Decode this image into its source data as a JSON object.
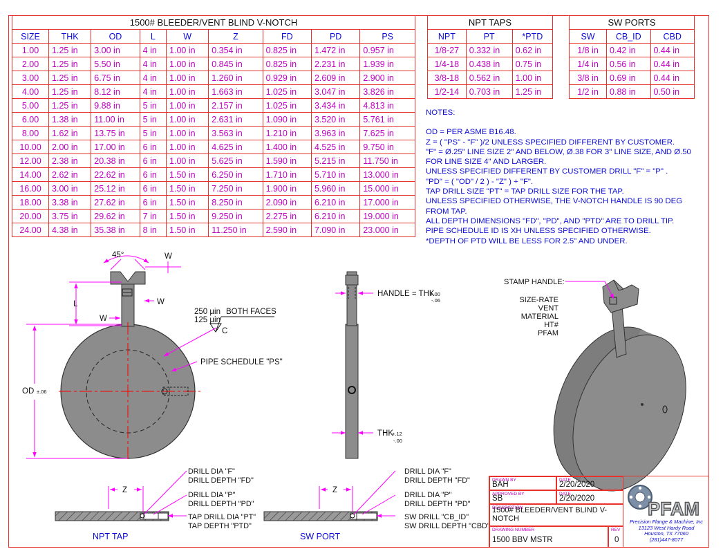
{
  "main_table": {
    "title": "1500# BLEEDER/VENT BLIND V-NOTCH",
    "headers": [
      "SIZE",
      "THK",
      "OD",
      "L",
      "W",
      "Z",
      "FD",
      "PD",
      "PS"
    ],
    "rows": [
      [
        "1.00",
        "1.25 in",
        "3.00 in",
        "4 in",
        "1.00 in",
        "0.354 in",
        "0.825 in",
        "1.472 in",
        "0.957 in"
      ],
      [
        "2.00",
        "1.25 in",
        "5.50 in",
        "4 in",
        "1.00 in",
        "0.845 in",
        "0.825 in",
        "2.231 in",
        "1.939 in"
      ],
      [
        "3.00",
        "1.25 in",
        "6.75 in",
        "4 in",
        "1.00 in",
        "1.260 in",
        "0.929 in",
        "2.609 in",
        "2.900 in"
      ],
      [
        "4.00",
        "1.25 in",
        "8.12 in",
        "4 in",
        "1.00 in",
        "1.663 in",
        "1.025 in",
        "3.047 in",
        "3.826 in"
      ],
      [
        "5.00",
        "1.25 in",
        "9.88 in",
        "5 in",
        "1.00 in",
        "2.157 in",
        "1.025 in",
        "3.434 in",
        "4.813 in"
      ],
      [
        "6.00",
        "1.38 in",
        "11.00 in",
        "5 in",
        "1.00 in",
        "2.631 in",
        "1.090 in",
        "3.520 in",
        "5.761 in"
      ],
      [
        "8.00",
        "1.62 in",
        "13.75 in",
        "5 in",
        "1.00 in",
        "3.563 in",
        "1.210 in",
        "3.963 in",
        "7.625 in"
      ],
      [
        "10.00",
        "2.00 in",
        "17.00 in",
        "6 in",
        "1.00 in",
        "4.625 in",
        "1.400 in",
        "4.525 in",
        "9.750 in"
      ],
      [
        "12.00",
        "2.38 in",
        "20.38 in",
        "6 in",
        "1.00 in",
        "5.625 in",
        "1.590 in",
        "5.215 in",
        "11.750 in"
      ],
      [
        "14.00",
        "2.62 in",
        "22.62 in",
        "6 in",
        "1.50 in",
        "6.250 in",
        "1.710 in",
        "5.710 in",
        "13.000 in"
      ],
      [
        "16.00",
        "3.00 in",
        "25.12 in",
        "6 in",
        "1.50 in",
        "7.250 in",
        "1.900 in",
        "5.960 in",
        "15.000 in"
      ],
      [
        "18.00",
        "3.38 in",
        "27.62 in",
        "6 in",
        "1.50 in",
        "8.250 in",
        "2.090 in",
        "6.210 in",
        "17.000 in"
      ],
      [
        "20.00",
        "3.75 in",
        "29.62 in",
        "7 in",
        "1.50 in",
        "9.250 in",
        "2.275 in",
        "6.210 in",
        "19.000 in"
      ],
      [
        "24.00",
        "4.38 in",
        "35.38 in",
        "8 in",
        "1.50 in",
        "11.250 in",
        "2.590 in",
        "7.090 in",
        "23.000 in"
      ]
    ]
  },
  "npt_table": {
    "title": "NPT TAPS",
    "headers": [
      "NPT",
      "PT",
      "*PTD"
    ],
    "rows": [
      [
        "1/8-27",
        "0.332 in",
        "0.62 in"
      ],
      [
        "1/4-18",
        "0.438 in",
        "0.75 in"
      ],
      [
        "3/8-18",
        "0.562 in",
        "1.00 in"
      ],
      [
        "1/2-14",
        "0.703 in",
        "1.25 in"
      ]
    ]
  },
  "sw_table": {
    "title": "SW PORTS",
    "headers": [
      "SW",
      "CB_ID",
      "CBD"
    ],
    "rows": [
      [
        "1/8 in",
        "0.42 in",
        "0.44 in"
      ],
      [
        "1/4 in",
        "0.56 in",
        "0.44 in"
      ],
      [
        "3/8 in",
        "0.69 in",
        "0.44 in"
      ],
      [
        "1/2 in",
        "0.88 in",
        "0.50 in"
      ]
    ]
  },
  "notes": {
    "title": "NOTES:",
    "lines": [
      "OD = PER ASME B16.48.",
      "Z = ( \"PS\" - \"F\" )/2 UNLESS SPECIFIED DIFFERENT BY CUSTOMER.",
      "\"F\"  = Ø.25\" LINE SIZE 2\" AND BELOW, Ø.38 FOR 3\" LINE SIZE, AND Ø.50 FOR LINE SIZE 4\" AND LARGER.",
      "UNLESS SPECIFIED DIFFERENT BY CUSTOMER DRILL \"F\" = \"P\" .",
      "\"PD\" = ( \"OD\" / 2 ) - \"Z\" ) + \"F\".",
      "TAP DRILL SIZE \"PT\" = TAP DRILL SIZE FOR THE TAP.",
      "UNLESS SPECIFIED OTHERWISE, THE V-NOTCH HANDLE IS 90 DEG FROM TAP.",
      "ALL DEPTH DIMENSIONS \"FD\", \"PD\", AND \"PTD\" ARE TO DRILL TIP.",
      "PIPE SCHEDULE ID IS XH UNLESS SPECIFIED OTHERWISE.",
      "*DEPTH OF PTD WILL BE LESS FOR 2.5\" AND UNDER."
    ]
  },
  "front_view": {
    "angle": "45°",
    "w_top": "W",
    "l": "L",
    "w_right": "W",
    "w_left": "W",
    "od": "OD",
    "od_tol": "±.06",
    "finish_1": "250 µin",
    "finish_2": "125 µin",
    "finish_label": "BOTH FACES",
    "finish_symbol": "C",
    "pipe_schedule": "PIPE SCHEDULE \"PS\""
  },
  "side_view": {
    "handle": "HANDLE = THK",
    "handle_tol_plus": "+.00",
    "handle_tol_minus": "-.06",
    "thk": "THK",
    "thk_tol_plus": "+.12",
    "thk_tol_minus": "-.00"
  },
  "iso_view": {
    "stamp": "STAMP HANDLE:",
    "stamp_lines": [
      "SIZE-RATE",
      "VENT",
      "MATERIAL",
      "HT#",
      "PFAM"
    ]
  },
  "npt_section": {
    "z": "Z",
    "label": "NPT TAP",
    "callouts": [
      "DRILL DIA \"F\"",
      "DRILL DEPTH \"FD\"",
      "DRILL DIA \"P\"",
      "DRILL DEPTH \"PD\"",
      "TAP DRILL DIA \"PT\"",
      "TAP DEPTH \"PTD\""
    ]
  },
  "sw_section": {
    "z": "Z",
    "label": "SW PORT",
    "callouts": [
      "DRILL DIA \"F\"",
      "DRILL DEPTH \"FD\"",
      "DRILL DIA \"P\"",
      "DRILL DEPTH \"PD\"",
      "SW DRILL \"CB_ID\"",
      "SW DRILL DEPTH \"CBD\""
    ]
  },
  "title_block": {
    "drawn_by_label": "DRAWN BY",
    "drawn_by": "BAH",
    "date_label": "DATE",
    "date1": "2/20/2020",
    "approved_label": "APPROVED BY",
    "approved_by": "SB",
    "date2": "2/20/2020",
    "description_label": "DESCRIPTION",
    "description": "1500# BLEEDER/VENT BLIND V-NOTCH",
    "drawing_number_label": "DRAWING NUMBER",
    "drawing_number": "1500 BBV MSTR",
    "rev_label": "REV",
    "rev": "0"
  },
  "logo": {
    "name": "PFAM",
    "lines": [
      "Precision Flange & Machine, Inc",
      "13123 West Hardy Road",
      "Houston, TX 77060",
      "(281)447-8077"
    ]
  },
  "colors": {
    "border": "#e8312b",
    "dim": "#ff00ff",
    "value": "#c000c0",
    "header": "#0b0bd6",
    "part": "#8c8c8c"
  }
}
